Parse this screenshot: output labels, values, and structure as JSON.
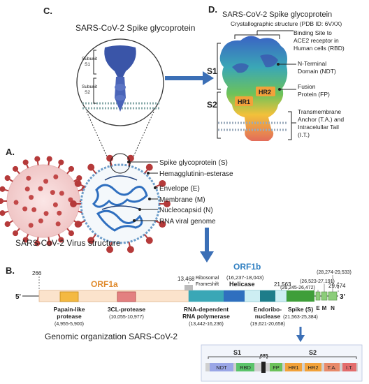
{
  "panels": {
    "a": "A.",
    "b": "B.",
    "c": "C.",
    "d": "D."
  },
  "panel_c": {
    "title": "SARS-CoV-2 Spike glycoprotein",
    "subunit_s1": [
      "Subunit",
      "S1"
    ],
    "subunit_s2": [
      "Subunit",
      "S2"
    ]
  },
  "panel_d": {
    "title": "SARS-CoV-2 Spike glycoprotein",
    "subtitle": "Crystallographic structure  (PDB ID: 6VXX)",
    "label_s1": "S1",
    "label_s2": "S2",
    "hr1": "HR1",
    "hr2": "HR2",
    "annotations": {
      "rbd": [
        "Binding Site to",
        "ACE2 receptor in",
        "Human cells (RBD)"
      ],
      "ndt": [
        "N-Terminal",
        "Domain (NDT)"
      ],
      "fp": [
        "Fusion",
        "Protein (FP)"
      ],
      "ta": [
        "Transmembrane",
        "Anchor (T.A.) and",
        "Intracelullar Tail",
        "(I.T.)"
      ]
    }
  },
  "panel_a": {
    "labels": [
      "Spike glycoprotein (S)",
      "Hemagglutinin-esterase",
      "Envelope (E)",
      "Membrane (M)",
      "Nucleocapsid  (N)",
      "RNA viral genome"
    ],
    "caption": "SARS-CoV-2 Virus structure"
  },
  "panel_b": {
    "orf1a": "ORF1a",
    "orf1b": "ORF1b",
    "five_prime": "5'",
    "three_prime": "3'",
    "positions": {
      "p266": "266",
      "p13468": "13,468",
      "p21563": "21,563",
      "p29674": "29,674",
      "m_range": "(26,523-27,191)",
      "e_range": "(26,245-26,472)",
      "n_range": "(28,274-29,533)"
    },
    "frameshift": [
      "Ribosomal",
      "Frameshift"
    ],
    "helicase": "Helicase",
    "helicase_range": "(16,237-18,043)",
    "genes": {
      "papain": [
        "Papain-like",
        "protease"
      ],
      "papain_range": "(4,955-5,900)",
      "clpro": "3CL-protease",
      "clpro_range": "(10,055-10,977)",
      "rdrp": [
        "RNA-dependent",
        "RNA polymerase"
      ],
      "rdrp_range": "(13,442-16,236)",
      "endo": [
        "Endoribo-",
        "nuclease"
      ],
      "endo_range": "(19,621-20,658)",
      "spike": "Spike (S)",
      "spike_range": "(21,563-25,384)",
      "e": "E",
      "m": "M",
      "n": "N"
    },
    "caption": "Genomic organization SARS-CoV-2",
    "domains": {
      "s1": "S1",
      "s2": "S2",
      "site": "685",
      "ndt": "NDT",
      "rbd": "RBD",
      "fp": "FP",
      "hr1": "HR1",
      "hr2": "HR2",
      "ta": "T.A.",
      "it": "I.T."
    }
  },
  "colors": {
    "arrow": "#3b6fb6",
    "spike_blue": "#3a55a8",
    "spike_red": "#b53a3a",
    "orf1a_bg": "#fbe3cc",
    "orf1b_bg": "#cdeef3",
    "orf_label": "#e08a2c",
    "orf1b_label": "#2f7fc1",
    "papain": "#f4b942",
    "clpro": "#e38080",
    "rdrp": "#3aa7b6",
    "helicase": "#2f6fbf",
    "endo": "#1e7d8a",
    "spike_gene": "#3f9e3a",
    "struct_gene": "#8ccd7a",
    "ndt": "#9aa6e6",
    "rbd": "#5bc46b",
    "fp": "#6cc25a",
    "hr1": "#f2a23a",
    "hr2": "#f2a23a",
    "ta": "#e88a6a",
    "it": "#e36c6c"
  }
}
